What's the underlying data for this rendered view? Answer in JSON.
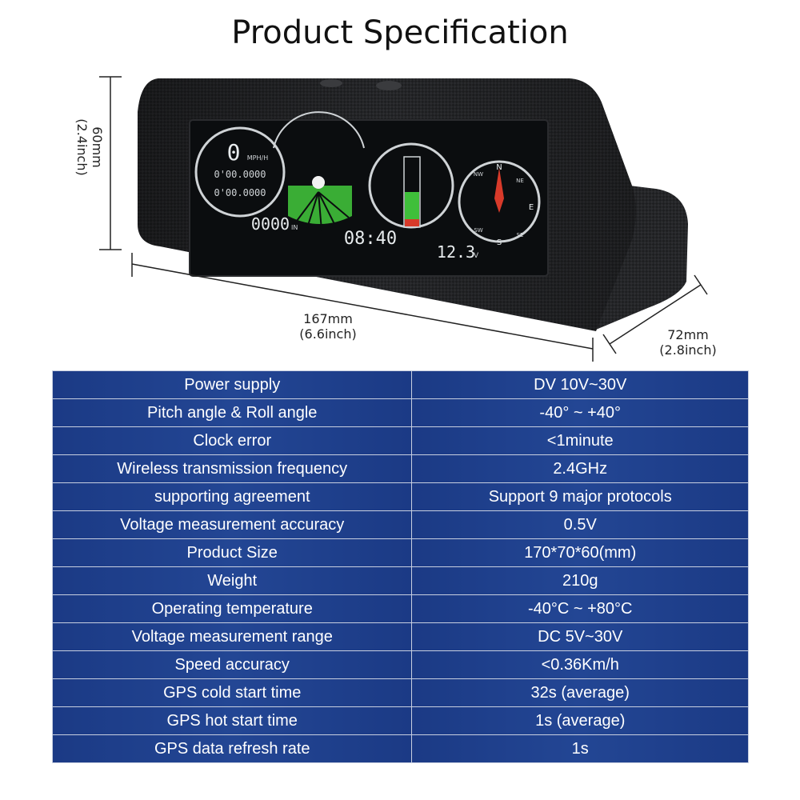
{
  "title": "Product Specification",
  "device": {
    "speed": "0",
    "speed_unit": "MPH/H",
    "odo1": "0'00.0000",
    "odo2": "0'00.0000",
    "altitude": "0000",
    "altitude_unit": "IN",
    "clock": "08:40",
    "voltage": "12.3",
    "voltage_unit": "V",
    "compass": {
      "n": "N",
      "ne": "NE",
      "e": "E",
      "se": "SE",
      "s": "S",
      "sw": "SW",
      "nw": "NW"
    }
  },
  "dimensions": {
    "height_mm": "60mm",
    "height_in": "(2.4inch)",
    "width_mm": "167mm",
    "width_in": "(6.6inch)",
    "depth_mm": "72mm",
    "depth_in": "(2.8inch)"
  },
  "specs": [
    {
      "label": "Power supply",
      "value": "DV 10V~30V"
    },
    {
      "label": "Pitch angle & Roll angle",
      "value": "-40° ~ +40°"
    },
    {
      "label": "Clock error",
      "value": "<1minute"
    },
    {
      "label": "Wireless transmission frequency",
      "value": "2.4GHz"
    },
    {
      "label": "supporting agreement",
      "value": "Support 9 major protocols"
    },
    {
      "label": "Voltage measurement accuracy",
      "value": "0.5V"
    },
    {
      "label": "Product Size",
      "value": "170*70*60(mm)"
    },
    {
      "label": "Weight",
      "value": "210g"
    },
    {
      "label": "Operating temperature",
      "value": "-40°C ~ +80°C"
    },
    {
      "label": "Voltage measurement range",
      "value": "DC 5V~30V"
    },
    {
      "label": "Speed accuracy",
      "value": "<0.36Km/h"
    },
    {
      "label": "GPS cold start time",
      "value": "32s (average)"
    },
    {
      "label": "GPS hot start time",
      "value": "1s (average)"
    },
    {
      "label": "GPS data refresh rate",
      "value": "1s"
    }
  ],
  "colors": {
    "table_bg": "#1f3f8a",
    "table_border": "#c8cfe0",
    "screen_bg": "#0b0d0f",
    "gauge_green": "#3fbf3a",
    "bar_red": "#d83a2a"
  }
}
